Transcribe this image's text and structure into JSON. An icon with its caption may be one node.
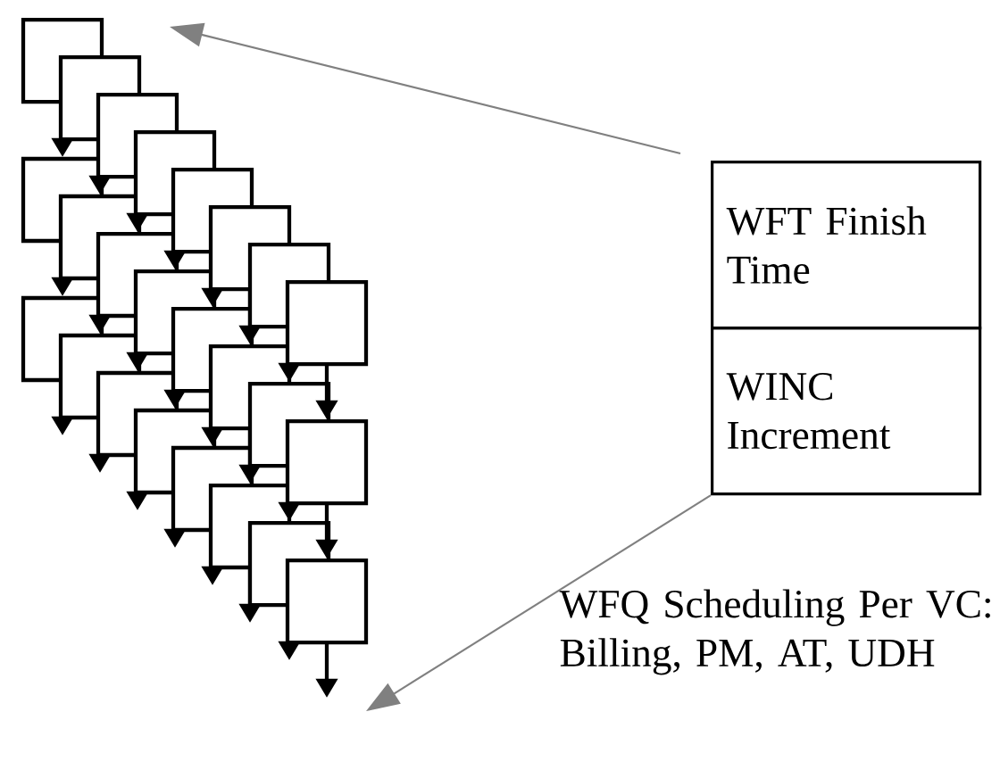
{
  "diagram": {
    "nodes": [
      {
        "text": [],
        "shape": "picture"
      },
      {
        "text": [
          "WFT Finish Time"
        ]
      },
      {
        "text": [
          "WINC Increment"
        ]
      }
    ],
    "edges": [
      {
        "from": 1,
        "to": 0,
        "arrow": "to",
        "color": "#808080"
      },
      {
        "from": 2,
        "to": 0,
        "arrow": "to",
        "color": "#808080"
      }
    ],
    "labels": [
      "WFQ Scheduling Per VC: Billing, PM, AT, UDH"
    ]
  }
}
